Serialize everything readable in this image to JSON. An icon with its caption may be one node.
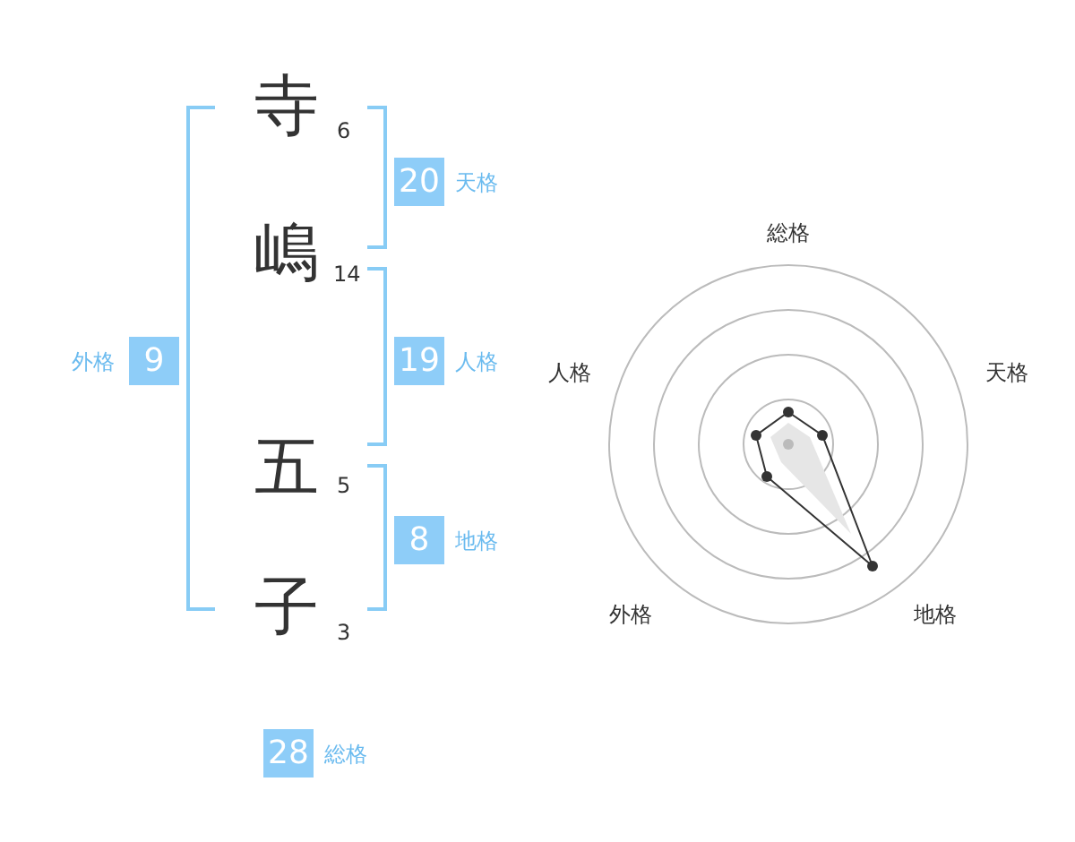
{
  "diagram": {
    "nodes": [
      {
        "text": [
          "寺"
        ],
        "beside": [
          "6"
        ]
      },
      {
        "text": [
          "嶋"
        ],
        "beside": [
          "14"
        ]
      },
      {
        "text": [
          "五"
        ],
        "beside": [
          "5"
        ]
      },
      {
        "text": [
          "子"
        ],
        "beside": [
          "3"
        ]
      },
      {
        "text": [
          "20"
        ],
        "beside": [
          "天格"
        ]
      },
      {
        "text": [
          "9"
        ],
        "beside": [
          "外格"
        ]
      },
      {
        "text": [
          "19"
        ],
        "beside": [
          "人格"
        ]
      },
      {
        "text": [
          "8"
        ],
        "beside": [
          "地格"
        ]
      },
      {
        "text": [
          "28"
        ],
        "beside": [
          "総格"
        ]
      }
    ],
    "labels": [
      "総格",
      "人格",
      "天格",
      "外格",
      "地格"
    ]
  }
}
